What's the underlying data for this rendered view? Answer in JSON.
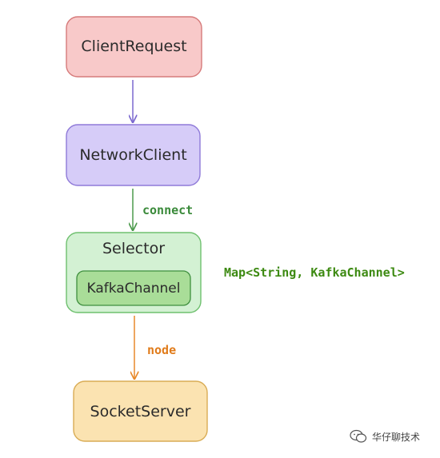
{
  "nodes": {
    "client_request": {
      "label": "ClientRequest"
    },
    "network_client": {
      "label": "NetworkClient"
    },
    "selector": {
      "label": "Selector"
    },
    "kafka_channel": {
      "label": "KafkaChannel"
    },
    "socket_server": {
      "label": "SocketServer"
    }
  },
  "edges": {
    "connect": {
      "label": "connect"
    },
    "node": {
      "label": "node"
    }
  },
  "annotation": {
    "label": "Map<String, KafkaChannel>"
  },
  "watermark": {
    "text": "华仔聊技术"
  },
  "colors": {
    "client_request_fill": "#f8c9c9",
    "client_request_stroke": "#d67a7a",
    "network_client_fill": "#d6ccf8",
    "network_client_stroke": "#8f7ad8",
    "selector_fill": "#d3f1d3",
    "selector_stroke": "#6fc06f",
    "kafka_channel_fill": "#a9dd98",
    "kafka_channel_stroke": "#3f8f3f",
    "socket_server_fill": "#fbe3b1",
    "socket_server_stroke": "#d9ac55",
    "arrow_purple": "#7b68cf",
    "arrow_green": "#4c9a4c",
    "arrow_orange": "#e8892a",
    "label_green": "#3a8a3a",
    "label_olive": "#3d8a12",
    "label_orange": "#e07b1a"
  }
}
